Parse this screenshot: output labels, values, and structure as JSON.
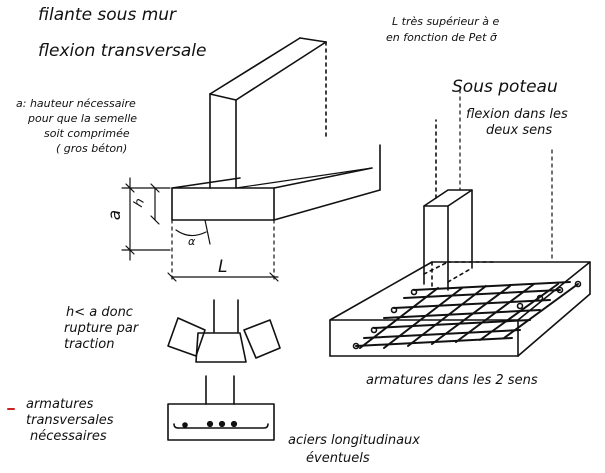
{
  "section_strip": {
    "title": "filante sous mur",
    "subtitle": "flexion transversale"
  },
  "section_column": {
    "title": "Sous poteau",
    "subtitle_line1": "flexion dans les",
    "subtitle_line2": "deux sens"
  },
  "note_top_right": {
    "line1": "L très supérieur à e",
    "line2": "en fonction de Pet σ̄"
  },
  "note_height": {
    "line1": "a: hauteur nécessaire",
    "line2": "pour que la semelle",
    "line3": "soit comprimée",
    "line4": "( gros béton)"
  },
  "dimensions": {
    "a": "a",
    "h": "h",
    "alpha": "α",
    "L": "L"
  },
  "note_failure": {
    "line1": "h< a donc",
    "line2": "rupture par",
    "line3": "traction"
  },
  "note_transverse": {
    "line1": "armatures",
    "line2": "transversales",
    "line3": "nécessaires"
  },
  "note_longitudinal": {
    "line1": "aciers longitudinaux",
    "line2": "éventuels"
  },
  "note_both_ways": "armatures dans les 2 sens",
  "colors": {
    "ink": "#111111",
    "accent_mark": "#cc2222"
  }
}
